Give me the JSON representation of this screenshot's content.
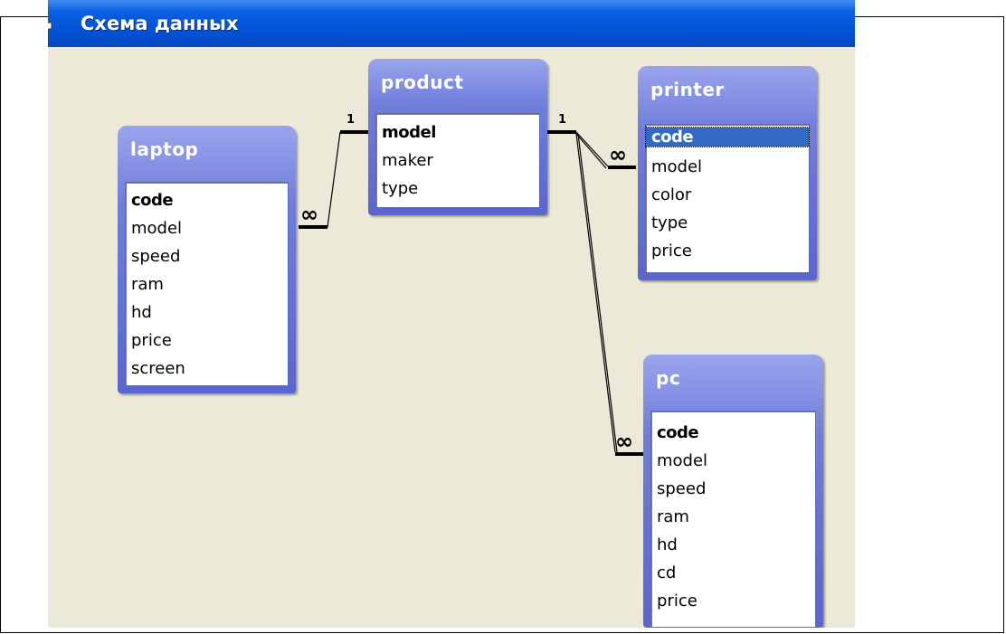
{
  "window": {
    "title": "Схема данных",
    "icon": "relationships-icon"
  },
  "tables": {
    "product": {
      "name": "product",
      "fields": [
        "model",
        "maker",
        "type"
      ],
      "key_fields": [
        "model"
      ]
    },
    "laptop": {
      "name": "laptop",
      "fields": [
        "code",
        "model",
        "speed",
        "ram",
        "hd",
        "price",
        "screen"
      ],
      "key_fields": [
        "code"
      ]
    },
    "printer": {
      "name": "printer",
      "fields": [
        "code",
        "model",
        "color",
        "type",
        "price"
      ],
      "key_fields": [
        "code"
      ],
      "selected_field": "code"
    },
    "pc": {
      "name": "pc",
      "fields": [
        "code",
        "model",
        "speed",
        "ram",
        "hd",
        "cd",
        "price"
      ],
      "key_fields": [
        "code"
      ]
    }
  },
  "relationships": {
    "one_label": "1",
    "many_label": "∞"
  },
  "colors": {
    "table_header": "#6f7ddb",
    "canvas": "#ece9d8",
    "titlebar": "#0454d8",
    "selection": "#316ac5"
  }
}
